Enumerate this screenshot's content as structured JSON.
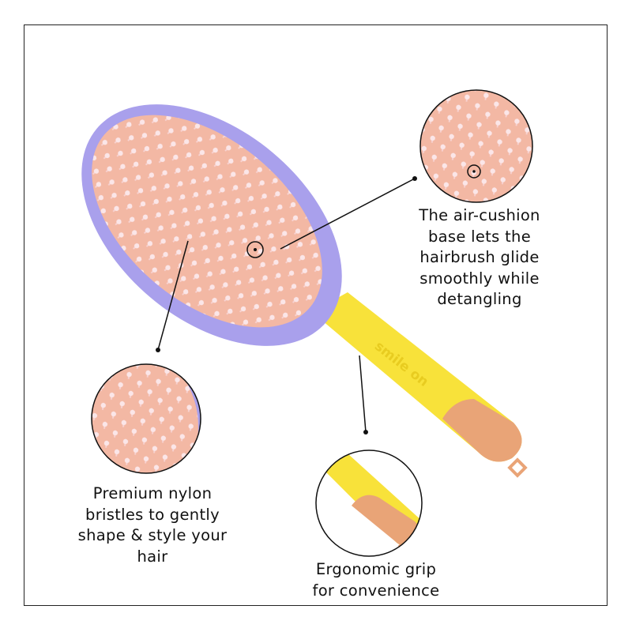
{
  "colors": {
    "head": "#a9a0ec",
    "cushion": "#f3b8a4",
    "bristle": "#fbe2e4",
    "handle": "#f8e23a",
    "tip": "#e9a477",
    "frame": "#222222"
  },
  "brand_logo": "smile on",
  "callouts": [
    {
      "id": "air-cushion",
      "lines": [
        "The air-cushion",
        "base lets the",
        "hairbrush glide",
        "smoothly while",
        "detangling"
      ]
    },
    {
      "id": "bristles",
      "lines": [
        "Premium nylon",
        "bristles to gently",
        "shape & style your",
        "hair"
      ]
    },
    {
      "id": "grip",
      "lines": [
        "Ergonomic grip",
        "for convenience"
      ]
    }
  ]
}
